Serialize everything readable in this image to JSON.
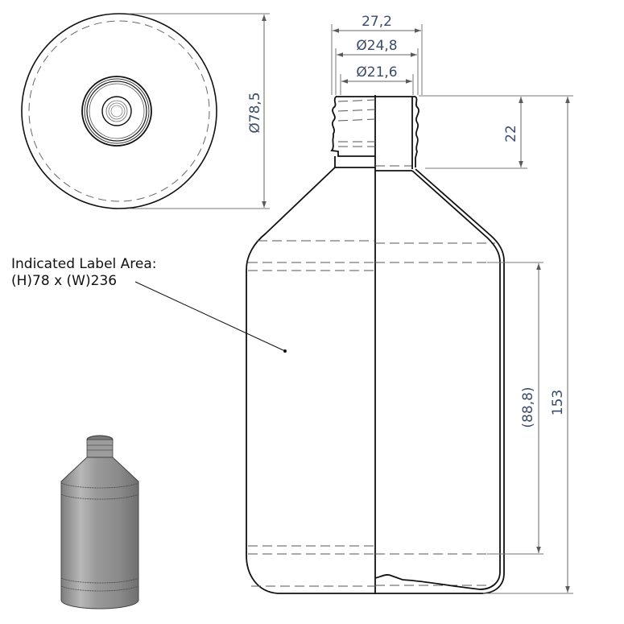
{
  "drawing": {
    "title": "Bottle technical drawing",
    "views": [
      "top-view",
      "side-section-view",
      "isometric-view"
    ]
  },
  "annotations": {
    "label_area_line1": "Indicated Label Area:",
    "label_area_line2": "(H)78 x (W)236"
  },
  "dimensions": {
    "top_diameter": "Ø78,5",
    "neck_outer_width": "27,2",
    "thread_diameter": "Ø24,8",
    "bore_diameter": "Ø21,6",
    "neck_height": "22",
    "label_height": "(88,8)",
    "total_height": "153"
  },
  "colors": {
    "outline": "#111111",
    "dimension_line": "#6b6b6b",
    "dimension_text": "#3a4a6a",
    "hidden_line": "#555555",
    "bottle_render": "#9a9a9a"
  }
}
